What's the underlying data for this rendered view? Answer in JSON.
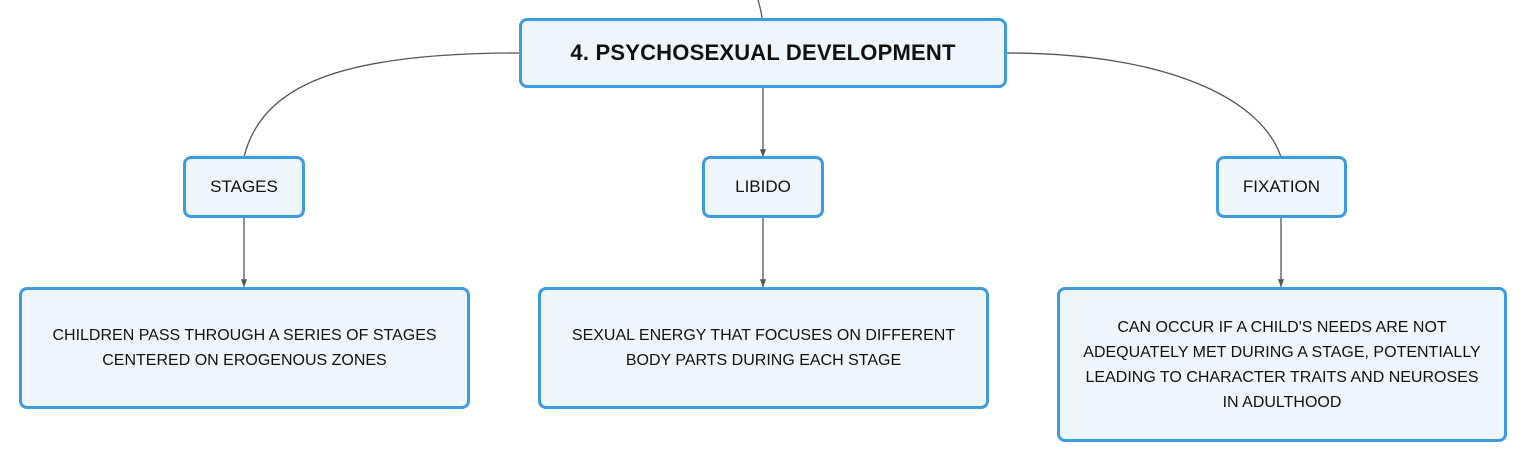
{
  "root": {
    "label": "4. PSYCHOSEXUAL DEVELOPMENT"
  },
  "topics": [
    {
      "label": "STAGES",
      "detail": "CHILDREN PASS THROUGH A SERIES OF STAGES CENTERED ON EROGENOUS ZONES"
    },
    {
      "label": "LIBIDO",
      "detail": "SEXUAL ENERGY THAT FOCUSES ON DIFFERENT BODY PARTS DURING EACH STAGE"
    },
    {
      "label": "FIXATION",
      "detail": "CAN OCCUR IF A CHILD'S NEEDS ARE NOT ADEQUATELY MET DURING A STAGE, POTENTIALLY LEADING TO CHARACTER TRAITS AND NEUROSES IN ADULTHOOD"
    }
  ],
  "colors": {
    "border": "#3d9be0",
    "fill": "#eef6fc",
    "connector": "#555555"
  }
}
